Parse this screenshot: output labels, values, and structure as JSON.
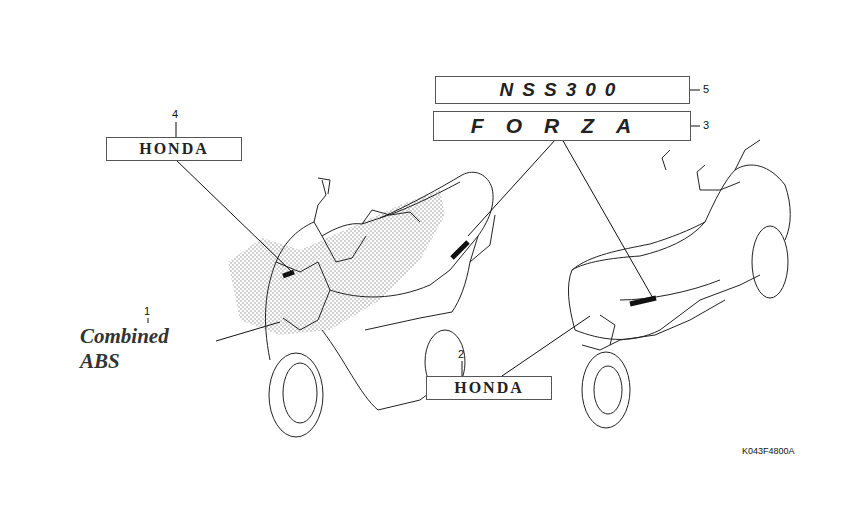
{
  "diagram": {
    "nodes": [
      {
        "text": [
          "NSS300"
        ]
      },
      {
        "text": [
          "FORZA"
        ]
      },
      {
        "text": [
          "HONDA"
        ]
      },
      {
        "text": [
          "HONDA"
        ]
      }
    ],
    "labels": [
      "5",
      "3",
      "4",
      "1",
      "Combined ABS",
      "2",
      "K043F4800A"
    ]
  }
}
